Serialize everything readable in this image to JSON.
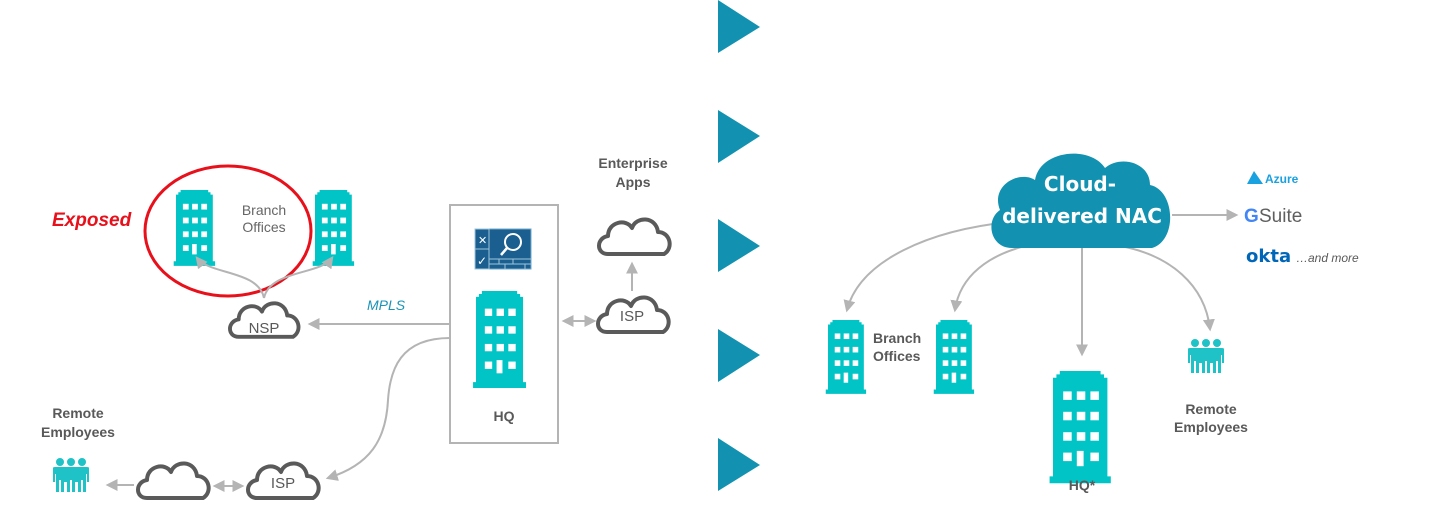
{
  "colors": {
    "accent_teal": "#1292b0",
    "building_cyan": "#00c4c6",
    "exposed_red": "#e8101a",
    "mpls_blue": "#1a93b8",
    "connector_gray": "#b4b4b4",
    "cloud_outline": "#5a5a5a",
    "label_gray": "#595959"
  },
  "left_diagram": {
    "exposed_label": "Exposed",
    "branch_offices_label_line1": "Branch",
    "branch_offices_label_line2": "Offices",
    "nsp_label": "NSP",
    "mpls_label": "MPLS",
    "enterprise_apps_line1": "Enterprise",
    "enterprise_apps_line2": "Apps",
    "isp_top_label": "ISP",
    "hq_label": "HQ",
    "remote_employees_line1": "Remote",
    "remote_employees_line2": "Employees",
    "isp_bottom_label": "ISP",
    "firewall_icon": "firewall-inspection-icon"
  },
  "divider_arrows": [
    "play-arrow",
    "play-arrow",
    "play-arrow",
    "play-arrow",
    "play-arrow"
  ],
  "right_diagram": {
    "cloud_nac_line1": "Cloud-",
    "cloud_nac_line2": "delivered NAC",
    "integrations": {
      "azure": "Azure",
      "gsuite_g": "G",
      "gsuite": "Suite",
      "okta": "okta",
      "and_more": "…and more"
    },
    "branch_offices_line1": "Branch",
    "branch_offices_line2": "Offices",
    "hq_label": "HQ*",
    "remote_employees_line1": "Remote",
    "remote_employees_line2": "Employees"
  }
}
